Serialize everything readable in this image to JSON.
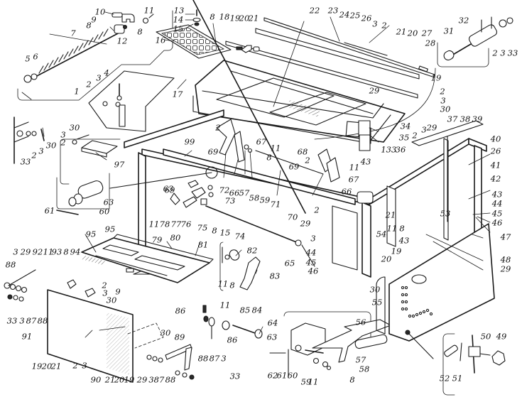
{
  "diagram": {
    "type": "exploded-assembly-drawing",
    "subject": "machine table frame with covers, pedals and linkage",
    "callouts": {
      "c1": "1",
      "c2a": "2",
      "c3a": "3",
      "c4": "4",
      "c5": "5",
      "c6": "6",
      "c7": "7",
      "c8a": "8",
      "c9": "9",
      "c10": "10",
      "c11a": "11",
      "c12": "12",
      "c13": "13",
      "c14": "14",
      "c15a": "15",
      "c8b": "8",
      "c16": "16",
      "c17": "17",
      "c18": "18",
      "c19a": "19",
      "c20a": "20",
      "c21a": "21",
      "c22": "22",
      "c23": "23",
      "c24": "24",
      "c25": "25",
      "c26a": "26",
      "c3b": "3",
      "c2b": "2",
      "c21b": "21",
      "c20b": "20",
      "c27": "27",
      "c28": "28",
      "c19b": "19",
      "c29a": "29",
      "c2c": "2",
      "c3c": "3",
      "c30a": "30",
      "c32": "32",
      "c31": "31",
      "c2d": "2",
      "c3d": "3",
      "c33a": "33",
      "c30b": "30",
      "c3e": "3",
      "c2e": "2",
      "c97": "97",
      "c33b": "33",
      "c2f": "2",
      "c3f": "3",
      "c30c": "30",
      "c63a": "63",
      "c60a": "60",
      "c61a": "61",
      "c99": "99",
      "c2g": "2",
      "c67a": "67",
      "c69a": "69",
      "c11b": "11",
      "c8c": "8",
      "c72": "72",
      "c66a": "66",
      "c57a": "57",
      "c58a": "58",
      "c59a": "59",
      "c71": "71",
      "c68": "68",
      "c2h": "2",
      "c69b": "69",
      "c11c": "11",
      "c67b": "67",
      "c66b": "66",
      "c70": "70",
      "c63b": "63",
      "c69c": "69",
      "c11d": "11",
      "c78": "78",
      "c77": "77",
      "c76": "76",
      "c73": "73",
      "c75": "75",
      "c8d": "8",
      "c15b": "15",
      "c74": "74",
      "c79": "79",
      "c2i": "2",
      "c29b": "29",
      "c3g": "3",
      "c65": "65",
      "c34": "34",
      "c35": "35",
      "c1b": "1",
      "c33c": "33",
      "c36": "36",
      "c43a": "43",
      "c37": "37",
      "c38": "38",
      "c39": "39",
      "c2j": "2",
      "c3h": "3",
      "c29c": "29",
      "c40": "40",
      "c26b": "26",
      "c41": "41",
      "c42": "42",
      "c43b": "43",
      "c44a": "44",
      "c45a": "45",
      "c46a": "46",
      "c21c": "21",
      "c11e": "11",
      "c8e": "8",
      "c54": "54",
      "c53": "53",
      "c43c": "43",
      "c47": "47",
      "c48": "48",
      "c29d": "29",
      "c19c": "19",
      "c20c": "20",
      "c30d": "30",
      "c55": "55",
      "c44b": "44",
      "c45b": "45",
      "c46b": "46",
      "c95a": "95",
      "c95b": "95",
      "c80": "80",
      "c81": "81",
      "c88a": "88",
      "c3i": "3",
      "c29e": "29",
      "c92": "92",
      "c11f": "11",
      "c93": "93",
      "c8f": "8",
      "c94": "94",
      "c33d": "33",
      "c3j": "3",
      "c87a": "87",
      "c88b": "88",
      "c2k": "2",
      "c3k": "3",
      "c30e": "30",
      "c9b": "9",
      "c11g": "11",
      "c8g": "8",
      "c82": "82",
      "c83": "83",
      "c86a": "86",
      "c11h": "11",
      "c85": "85",
      "c84": "84",
      "c86b": "86",
      "c91": "91",
      "c19d": "19",
      "c20d": "20",
      "c21d": "21",
      "c2l": "2",
      "c3l": "3",
      "c90": "90",
      "c21e": "21",
      "c20e": "20",
      "c19e": "19",
      "c30f": "30",
      "c89": "89",
      "c29f": "29",
      "c3m": "3",
      "c87b": "87",
      "c88c": "88",
      "c88d": "88",
      "c87c": "87",
      "c3n": "3",
      "c33e": "33",
      "c64": "64",
      "c63c": "63",
      "c62": "62",
      "c61b": "61",
      "c60b": "60",
      "c59b": "59",
      "c11i": "11",
      "c56": "56",
      "c57b": "57",
      "c58b": "58",
      "c8h": "8",
      "c50": "50",
      "c49": "49",
      "c52": "52",
      "c51": "51"
    }
  }
}
